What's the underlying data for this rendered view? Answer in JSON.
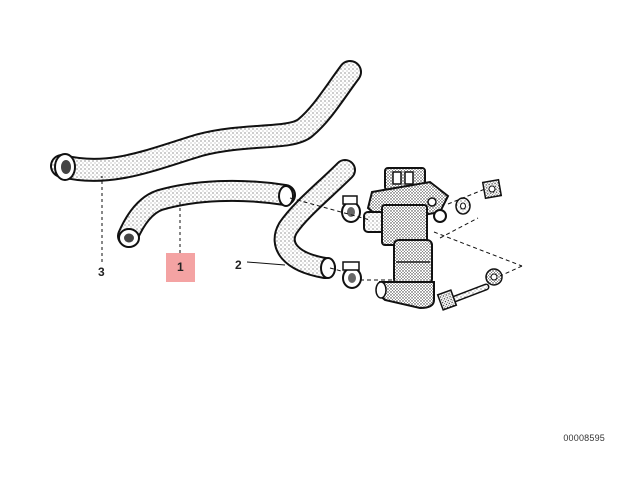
{
  "callouts": {
    "part1": "1",
    "part2": "2",
    "part3": "3"
  },
  "highlight_color": "#f4a3a3",
  "diagram_code": "00008595"
}
